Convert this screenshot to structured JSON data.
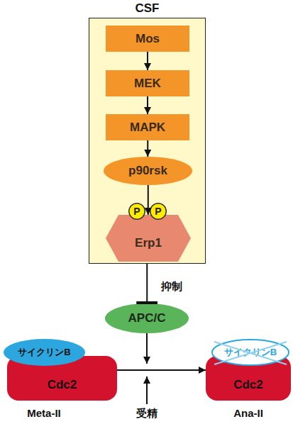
{
  "diagram": {
    "nodes": [
      {
        "text": [
          "CSF"
        ]
      },
      {
        "text": [
          "Mos"
        ],
        "in": 0
      },
      {
        "text": [
          "MEK"
        ],
        "in": 0
      },
      {
        "text": [
          "MAPK"
        ],
        "in": 0
      },
      {
        "text": [
          "p90rsk"
        ],
        "in": 0
      },
      {
        "text": [
          "P"
        ],
        "in": 0
      },
      {
        "text": [
          "P"
        ],
        "in": 0
      },
      {
        "text": [
          "Erp1"
        ],
        "in": 0
      },
      {
        "text": [
          "APC/C"
        ]
      },
      {
        "text": [
          "サイクリンB"
        ]
      },
      {
        "text": [
          "Cdc2"
        ]
      },
      {
        "text": [
          "サイクリンB"
        ]
      },
      {
        "text": [
          "Cdc2"
        ]
      }
    ],
    "edges": [
      {
        "from": 1,
        "to": 2,
        "arrow": "to"
      },
      {
        "from": 2,
        "to": 3,
        "arrow": "to"
      },
      {
        "from": 3,
        "to": 4,
        "arrow": "to"
      },
      {
        "from": 4,
        "to": 7,
        "arrow": "to"
      },
      {
        "from": 0,
        "to": 8,
        "label": "抑制",
        "arrow": "to"
      },
      {
        "from": 10,
        "to": 12,
        "arrow": "to"
      }
    ],
    "labels": [
      "Meta-II",
      "Ana-II",
      "受精"
    ]
  }
}
